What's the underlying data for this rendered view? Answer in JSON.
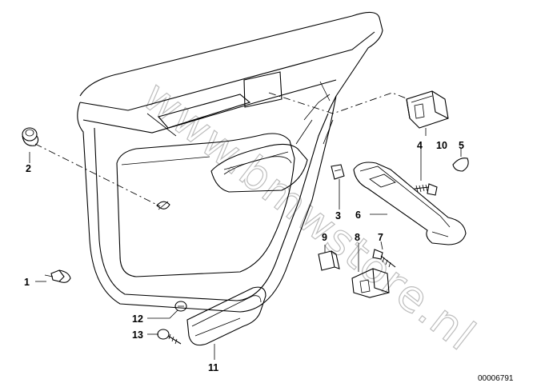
{
  "diagram": {
    "watermark": "www.bmwstore.nl",
    "doc_number": "00006791",
    "callouts": [
      {
        "id": "c1",
        "label": "1"
      },
      {
        "id": "c2",
        "label": "2"
      },
      {
        "id": "c3",
        "label": "3"
      },
      {
        "id": "c4",
        "label": "4"
      },
      {
        "id": "c5",
        "label": "5"
      },
      {
        "id": "c6",
        "label": "6"
      },
      {
        "id": "c7",
        "label": "7"
      },
      {
        "id": "c8",
        "label": "8"
      },
      {
        "id": "c9",
        "label": "9"
      },
      {
        "id": "c10",
        "label": "10"
      },
      {
        "id": "c11",
        "label": "11"
      },
      {
        "id": "c12",
        "label": "12"
      },
      {
        "id": "c13",
        "label": "13"
      }
    ]
  }
}
